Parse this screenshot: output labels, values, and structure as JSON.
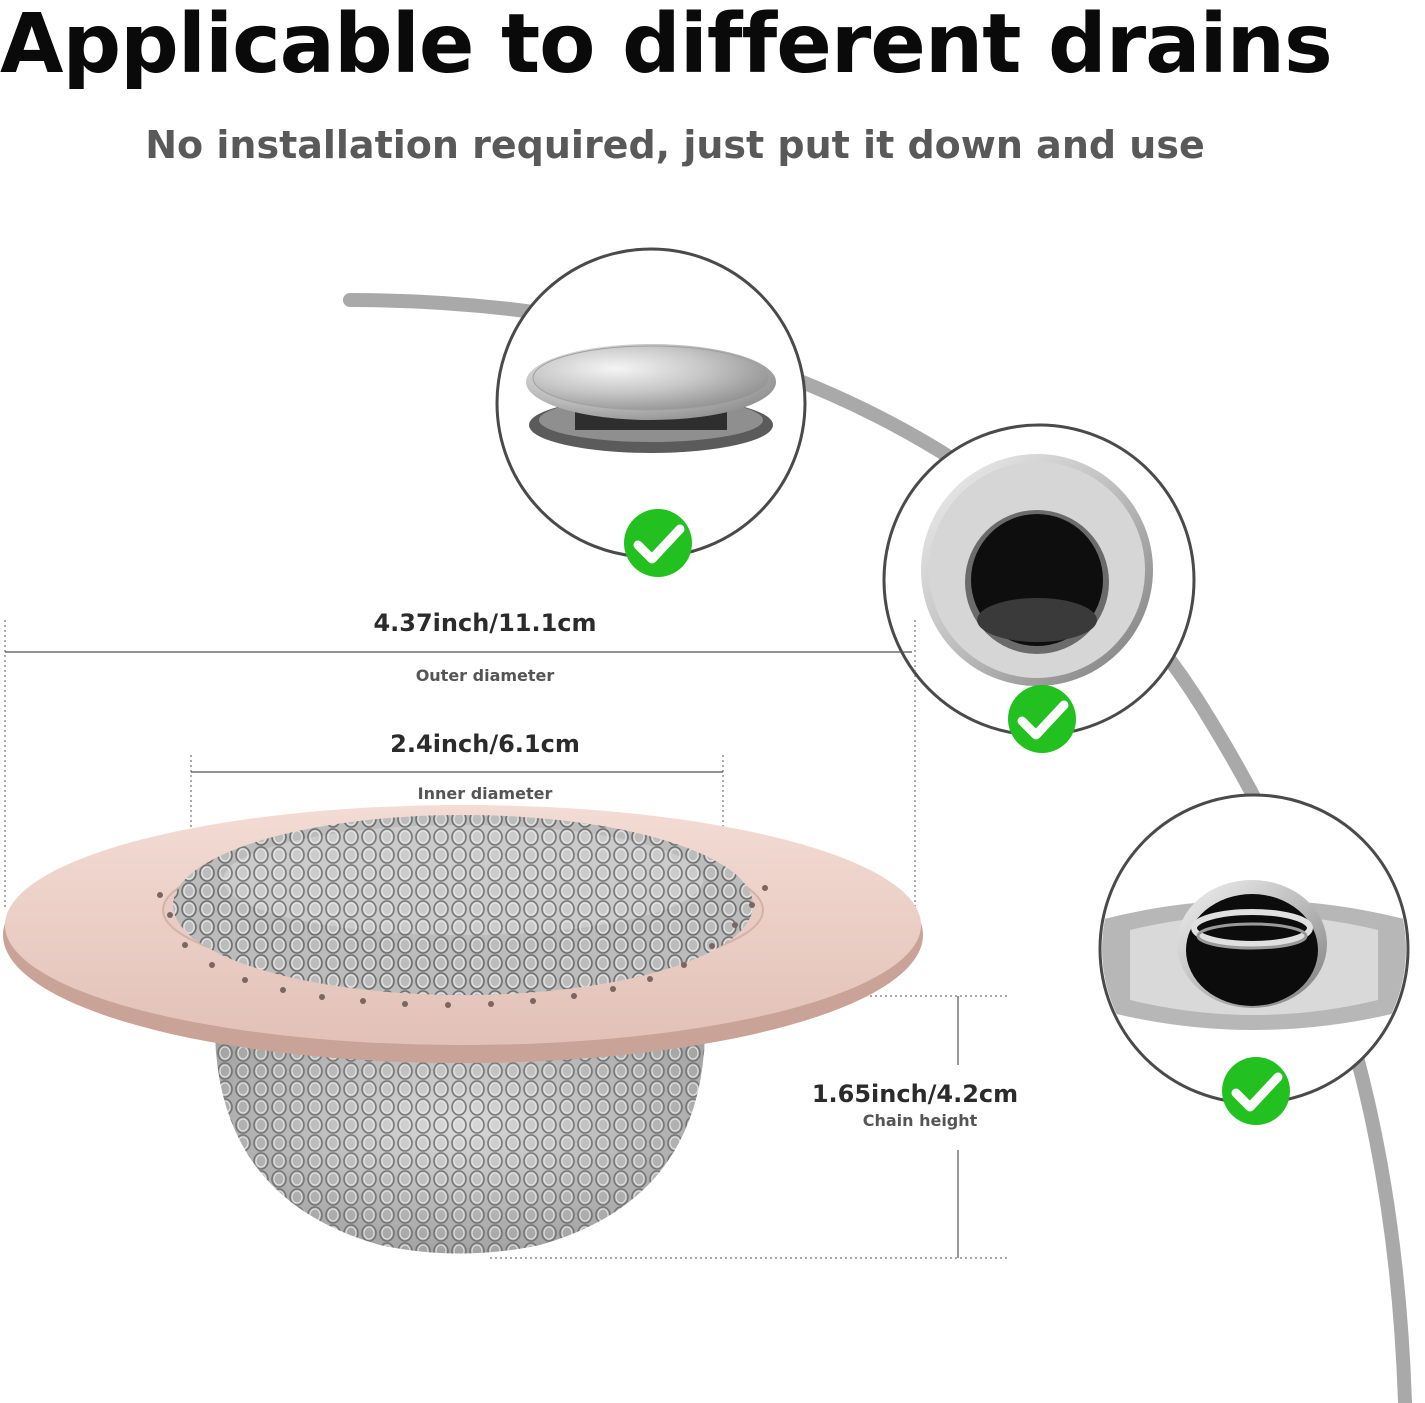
{
  "header": {
    "title": "Applicable to different drains",
    "subtitle": "No installation required, just put it down and use"
  },
  "drain_types": [
    {
      "icon": "pop-up-stopper-icon",
      "status": "check-icon"
    },
    {
      "icon": "flat-flange-drain-icon",
      "status": "check-icon"
    },
    {
      "icon": "tub-drain-icon",
      "status": "check-icon"
    }
  ],
  "dimensions": {
    "outer": {
      "value": "4.37inch/11.1cm",
      "label": "Outer diameter"
    },
    "inner": {
      "value": "2.4inch/6.1cm",
      "label": "Inner diameter"
    },
    "height": {
      "value": "1.65inch/4.2cm",
      "label": "Chain height"
    }
  },
  "colors": {
    "check": "#22c11f",
    "arc": "#a9a9a9",
    "flange": "#ecd0c8"
  }
}
